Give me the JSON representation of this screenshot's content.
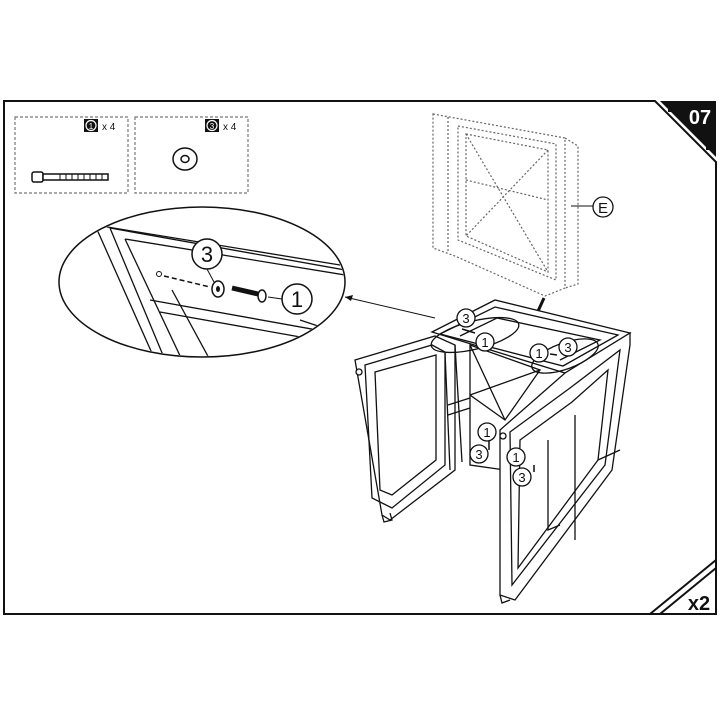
{
  "step": {
    "number": "07"
  },
  "quantity": {
    "label": "x2"
  },
  "parts": [
    {
      "id": "1",
      "qty": "x 4",
      "icon": "bolt-icon"
    },
    {
      "id": "3",
      "qty": "x 4",
      "icon": "washer-icon"
    }
  ],
  "panel_label": "E",
  "callouts": {
    "detail_washer": "3",
    "detail_bolt": "1",
    "top_left_washer": "3",
    "top_left_bolt": "1",
    "top_right_bolt": "1",
    "top_right_washer": "3",
    "mid_left_bolt": "1",
    "mid_left_washer": "3",
    "mid_right_bolt": "1",
    "mid_right_washer": "3"
  },
  "colors": {
    "frame": "#111111",
    "tab": "#111111",
    "dashed": "#555555"
  }
}
